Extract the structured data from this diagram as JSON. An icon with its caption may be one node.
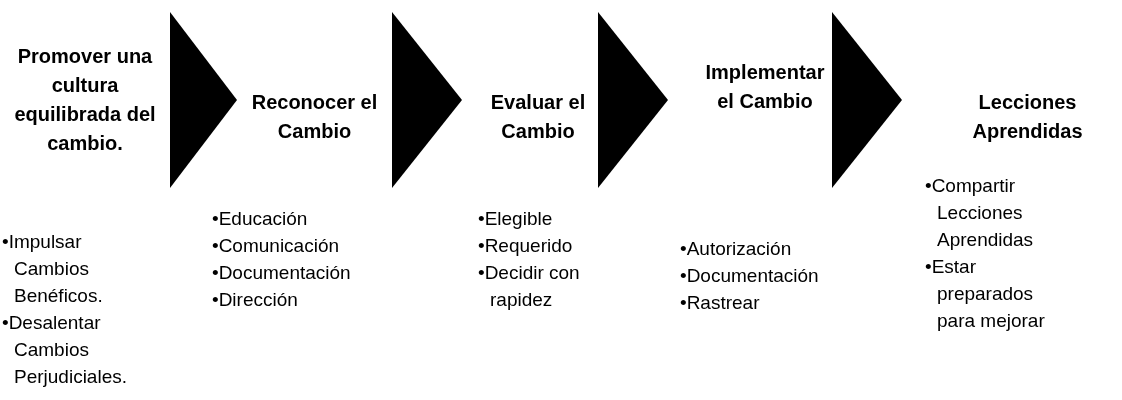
{
  "diagram": {
    "nodes": [
      {
        "text": [
          "Promover una cultura equilibrada del cambio.",
          "•Impulsar Cambios Benéficos.",
          "•Desalentar Cambios Perjudiciales."
        ]
      },
      {
        "text": [
          "Reconocer el Cambio",
          "•Educación",
          "•Comunicación",
          "•Documentación",
          "•Dirección"
        ]
      },
      {
        "text": [
          "Evaluar el Cambio",
          "•Elegible",
          "•Requerido",
          "•Decidir con rapidez"
        ]
      },
      {
        "text": [
          "Implementar el Cambio",
          "•Autorización",
          "•Documentación",
          "•Rastrear"
        ]
      },
      {
        "text": [
          "Lecciones Aprendidas",
          "•Compartir Lecciones Aprendidas",
          "•Estar preparados para mejorar"
        ]
      }
    ],
    "edges": [
      {
        "from": 0,
        "to": 1,
        "arrow": "to"
      },
      {
        "from": 1,
        "to": 2,
        "arrow": "to"
      },
      {
        "from": 2,
        "to": 3,
        "arrow": "to"
      },
      {
        "from": 3,
        "to": 4,
        "arrow": "to"
      }
    ]
  }
}
